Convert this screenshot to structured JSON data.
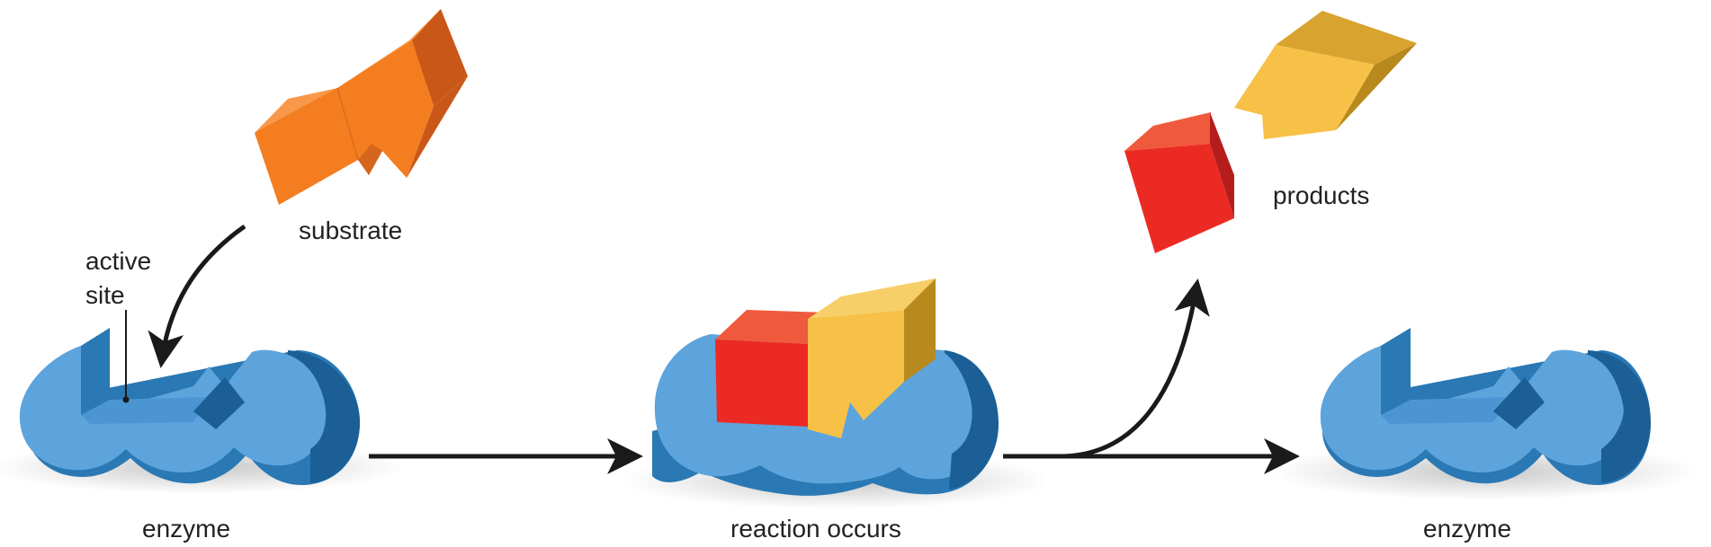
{
  "labels": {
    "substrate": "substrate",
    "active_site_line1": "active",
    "active_site_line2": "site",
    "enzyme_left": "enzyme",
    "reaction": "reaction occurs",
    "products": "products",
    "enzyme_right": "enzyme"
  },
  "colors": {
    "enzyme_top": "#5da4dd",
    "enzyme_side": "#2a78b4",
    "enzyme_dark": "#1b5f96",
    "substrate_front": "#f47d20",
    "substrate_top": "#f8994a",
    "substrate_side": "#c95818",
    "red_front": "#ec2a24",
    "red_top": "#f05a3c",
    "red_side": "#b51d1d",
    "yellow_front": "#f6c146",
    "yellow_top": "#f7cf68",
    "yellow_side": "#b8891c",
    "arrow": "#1a1a1a",
    "label": "#222222"
  }
}
